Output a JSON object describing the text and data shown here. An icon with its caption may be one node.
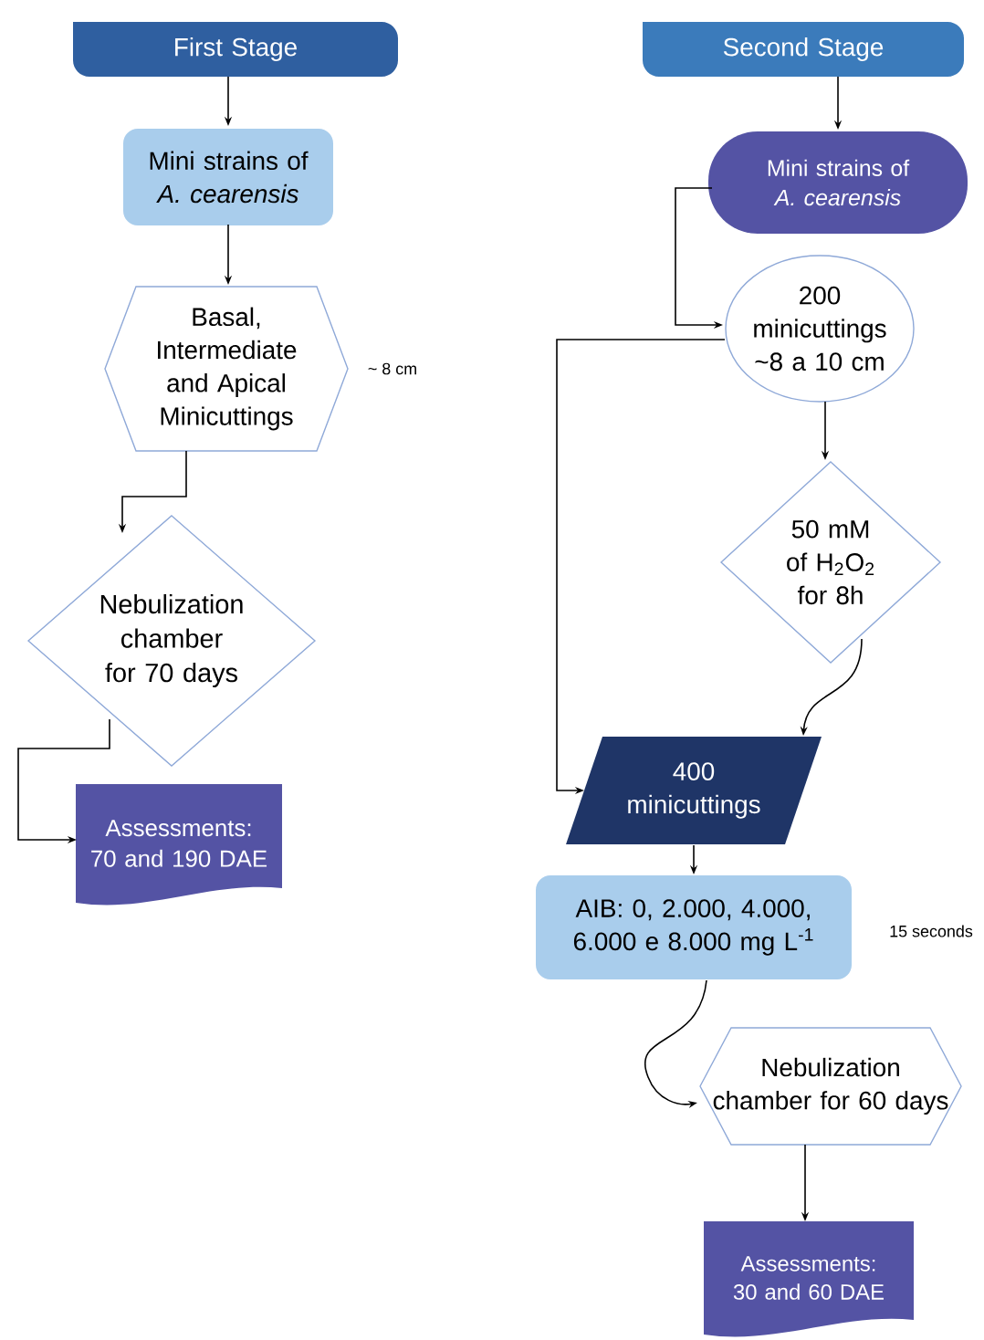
{
  "diagram": {
    "nodes": [
      {
        "text": [
          "First Stage"
        ]
      },
      {
        "text": [
          "Mini strains of *A. cearensis*"
        ]
      },
      {
        "text": [
          "Basal, Intermediate and Apical Minicuttings"
        ],
        "beside": [
          "~ 8 cm"
        ]
      },
      {
        "text": [
          "Nebulization chamber for 70 days"
        ]
      },
      {
        "text": [
          "Assessments: 70 and 190 DAE"
        ]
      },
      {
        "text": [
          "Second Stage"
        ]
      },
      {
        "text": [
          "Mini strains of *A. cearensis*"
        ]
      },
      {
        "text": [
          "200 minicuttings ~8 a 10 cm"
        ]
      },
      {
        "text": [
          "50 mM of H$_{2}$O$_{2}$ for 8h"
        ]
      },
      {
        "text": [
          "400 minicuttings"
        ]
      },
      {
        "text": [
          "AIB: 0, 2.000, 4.000, 6.000 e 8.000 mg L$^{-1}$"
        ],
        "beside": [
          "15 seconds"
        ]
      },
      {
        "text": [
          "Nebulization chamber for 60 days"
        ]
      },
      {
        "text": [
          "Assessments: 30 and 60 DAE"
        ]
      }
    ],
    "edges": [
      {
        "from": 0,
        "to": 1,
        "arrow": "to"
      },
      {
        "from": 1,
        "to": 2,
        "arrow": "to"
      },
      {
        "from": 2,
        "to": 3,
        "arrow": "to"
      },
      {
        "from": 3,
        "to": 4,
        "arrow": "to"
      },
      {
        "from": 5,
        "to": 6,
        "arrow": "to"
      },
      {
        "from": 6,
        "to": 7,
        "arrow": "to"
      },
      {
        "from": 7,
        "to": 8,
        "arrow": "to"
      },
      {
        "from": 7,
        "to": 9,
        "arrow": "to"
      },
      {
        "from": 8,
        "to": 9,
        "arrow": "to"
      },
      {
        "from": 9,
        "to": 10,
        "arrow": "to"
      },
      {
        "from": 10,
        "to": 11,
        "arrow": "to"
      },
      {
        "from": 11,
        "to": 12,
        "arrow": "to"
      }
    ]
  }
}
